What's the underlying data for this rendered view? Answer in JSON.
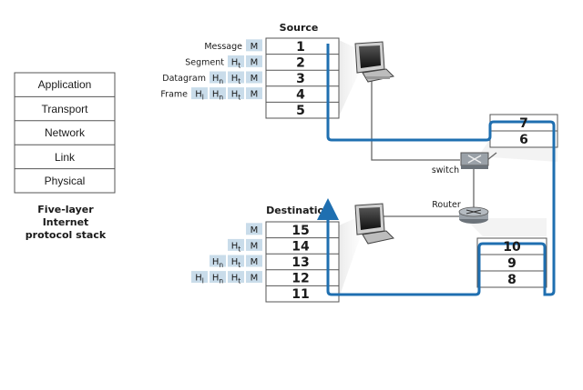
{
  "five_layer_stack": {
    "layers": [
      "Application",
      "Transport",
      "Network",
      "Link",
      "Physical"
    ],
    "caption": [
      "Five-layer",
      "Internet",
      "protocol stack"
    ]
  },
  "source": {
    "title": "Source",
    "rows": [
      {
        "label": "Message",
        "headers": [],
        "num": "1"
      },
      {
        "label": "Segment",
        "headers": [
          "Ht"
        ],
        "num": "2"
      },
      {
        "label": "Datagram",
        "headers": [
          "Hn",
          "Ht"
        ],
        "num": "3"
      },
      {
        "label": "Frame",
        "headers": [
          "Hl",
          "Hn",
          "Ht"
        ],
        "num": "4"
      },
      {
        "label": "",
        "headers": null,
        "num": "5"
      }
    ]
  },
  "destination": {
    "title": "Destination",
    "rows": [
      {
        "headers": [],
        "num": "15"
      },
      {
        "headers": [
          "Ht"
        ],
        "num": "14"
      },
      {
        "headers": [
          "Hn",
          "Ht"
        ],
        "num": "13"
      },
      {
        "headers": [
          "Hl",
          "Hn",
          "Ht"
        ],
        "num": "12"
      },
      {
        "headers": null,
        "num": "11"
      }
    ]
  },
  "payload_letter": "M",
  "header_names": {
    "Hl": "l",
    "Hn": "n",
    "Ht": "t"
  },
  "switch": {
    "label": "switch",
    "rows": [
      "7",
      "6"
    ]
  },
  "router": {
    "label": "Router",
    "rows": [
      "10",
      "9",
      "8"
    ]
  },
  "colors": {
    "path": "#1f6fb0",
    "header_fill": "#c9dcea",
    "box_stroke": "#555555"
  }
}
